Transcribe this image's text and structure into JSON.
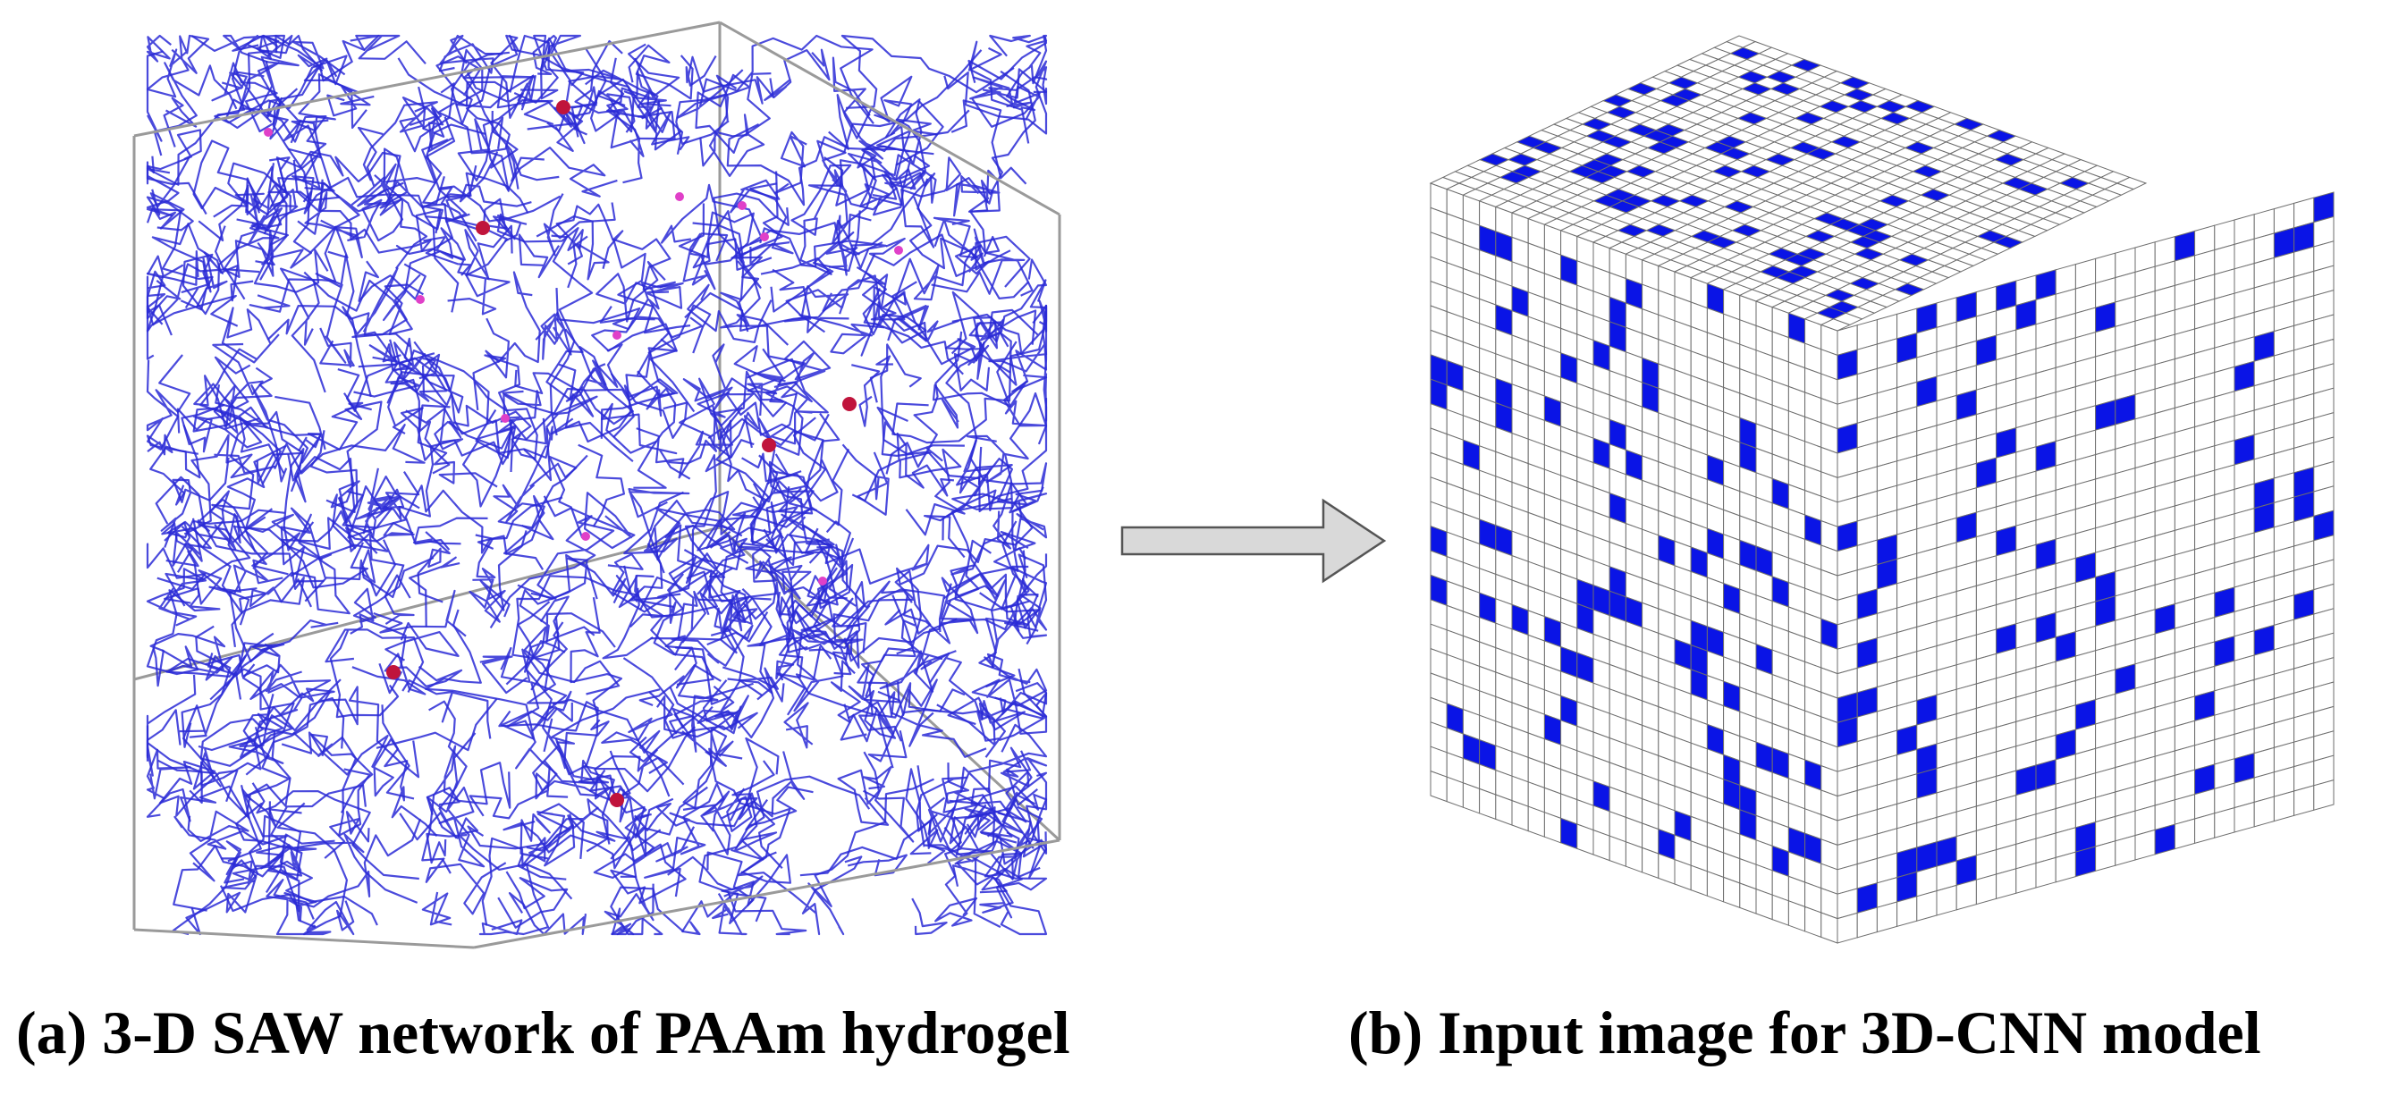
{
  "panels": [
    {
      "id": "a",
      "caption": "(a) 3-D SAW network of PAAm hydrogel",
      "content": "3-D self-avoiding-walk polymer network in a wireframe box",
      "chain_color": "#2a2ad6",
      "crosslink_color": "#c0143c",
      "box_color": "#9a9a9a"
    },
    {
      "id": "b",
      "caption": "(b) Input image for 3D-CNN model",
      "content": "voxelized cube",
      "grid_size": 25,
      "occupied_color": "#0a14e6",
      "empty_color": "#ffffff",
      "grid_line_color": "#6e6e6e"
    }
  ],
  "arrow": {
    "direction": "right",
    "fill": "#d9d9d9",
    "stroke": "#555555"
  }
}
